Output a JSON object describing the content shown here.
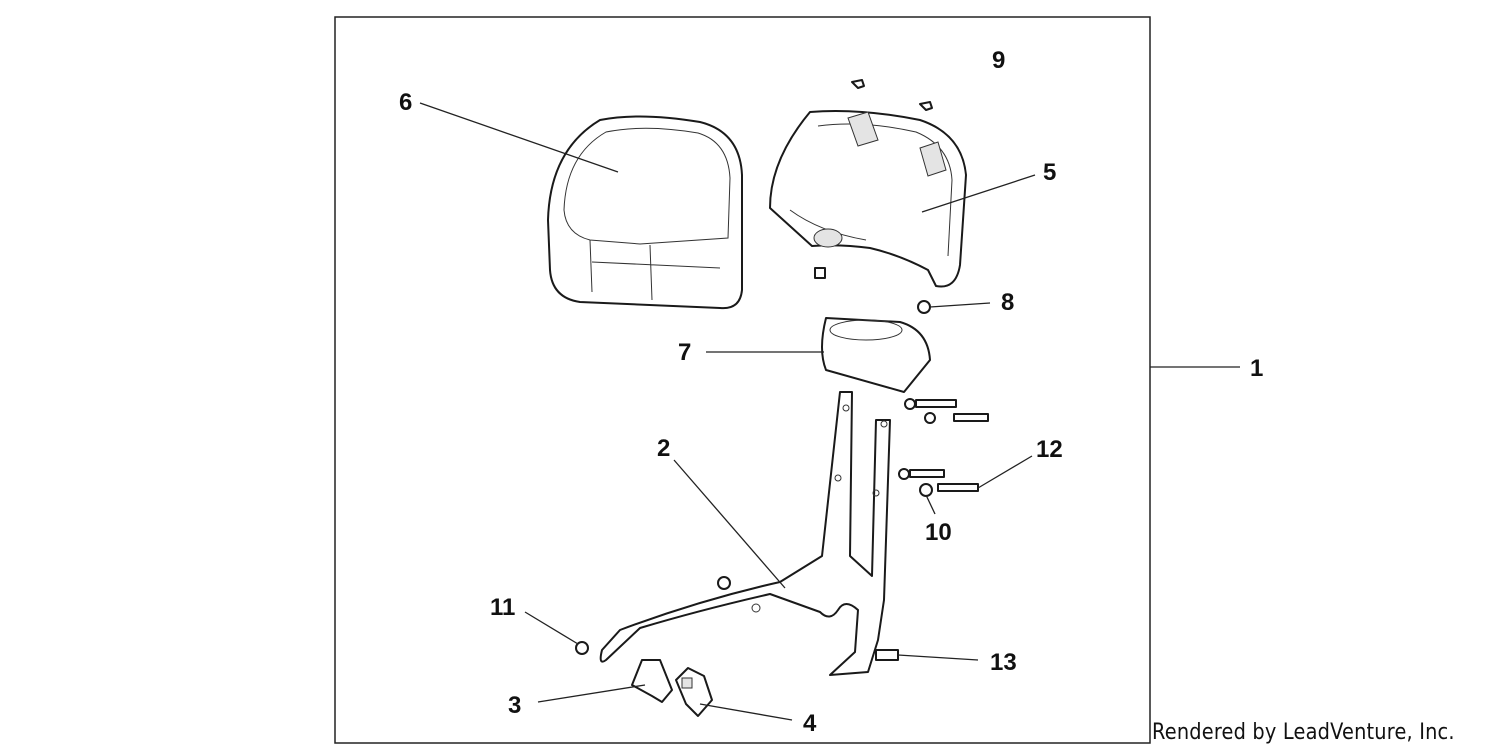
{
  "diagram": {
    "credit": "Rendered by LeadVenture, Inc.",
    "callouts": [
      "1",
      "2",
      "3",
      "4",
      "5",
      "6",
      "7",
      "8",
      "9",
      "10",
      "11",
      "12",
      "13"
    ]
  }
}
